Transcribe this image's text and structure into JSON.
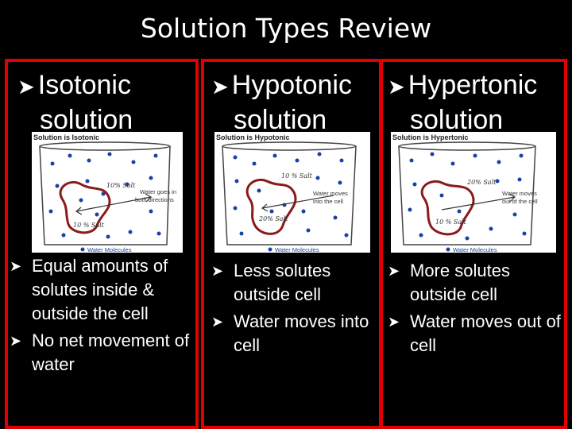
{
  "page": {
    "title": "Solution Types Review"
  },
  "columns": [
    {
      "heading_main": "Isotonic",
      "heading_sub": "solution",
      "figure": {
        "caption": "Solution is Isotonic",
        "inside_label": "10 % Salt",
        "outside_label": "10% Salt",
        "arrow_label_1": "Water goes in",
        "arrow_label_2": "both directions",
        "legend": "Water Molecules"
      },
      "bullets": [
        "Equal amounts of solutes inside & outside the cell",
        "No net movement of water"
      ]
    },
    {
      "heading_main": "Hypotonic",
      "heading_sub": "solution",
      "figure": {
        "caption": "Solution is Hypotonic",
        "inside_label": "20% Salt",
        "outside_label": "10 % Salt",
        "arrow_label_1": "Water moves",
        "arrow_label_2": "into the cell",
        "legend": "Water Molecules"
      },
      "bullets": [
        "Less solutes outside cell",
        "Water moves into cell"
      ]
    },
    {
      "heading_main": "Hypertonic",
      "heading_sub": "solution",
      "figure": {
        "caption": "Solution is Hypertonic",
        "inside_label": "10 % Salt",
        "outside_label": "20% Salt",
        "arrow_label_1": "Water moves",
        "arrow_label_2": "out of the cell",
        "legend": "Water Molecules"
      },
      "bullets": [
        "More solutes outside cell",
        "Water moves out of cell"
      ]
    }
  ],
  "colors": {
    "background": "#000000",
    "frame": "#e00000",
    "text": "#ffffff",
    "dots": "#1c3fa8",
    "cell_outline": "#8b1a1a"
  }
}
